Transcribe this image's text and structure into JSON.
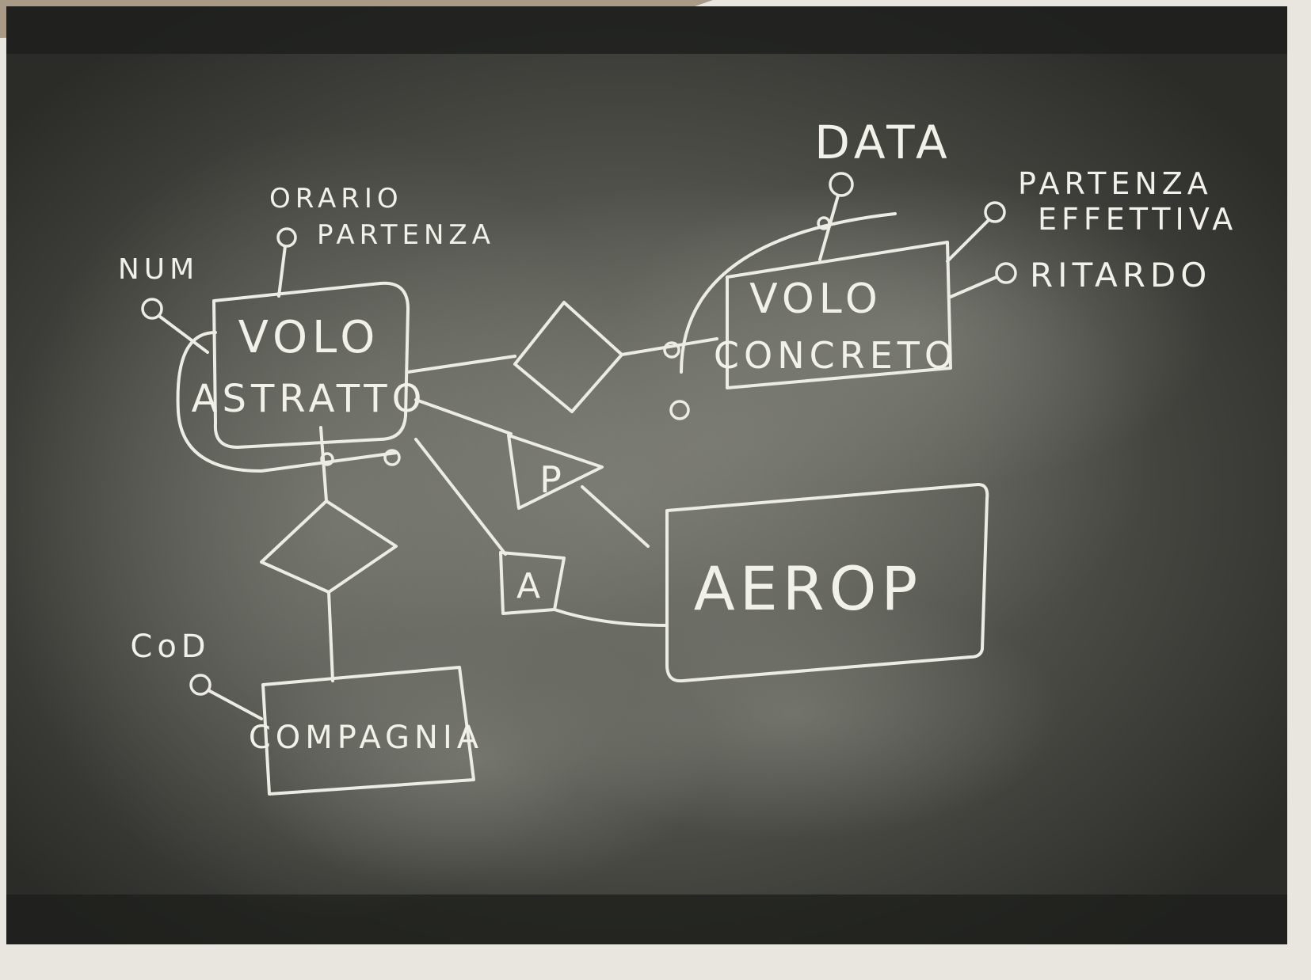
{
  "entities": {
    "volo_astratto": [
      "VOLO",
      "ASTRATTO"
    ],
    "volo_concreto": [
      "VOLO",
      "CONCRETO"
    ],
    "aerop": "AEROP",
    "compagnia": "COMPAGNIA"
  },
  "attributes": {
    "num": "NUM",
    "orario_partenza": [
      "ORARIO",
      "PARTENZA"
    ],
    "data": "DATA",
    "partenza_effettiva": [
      "PARTENZA",
      "EFFETTIVA"
    ],
    "ritardo": "RITARDO",
    "cod": "CoD"
  },
  "relationships": {
    "p": "P",
    "a": "A"
  }
}
